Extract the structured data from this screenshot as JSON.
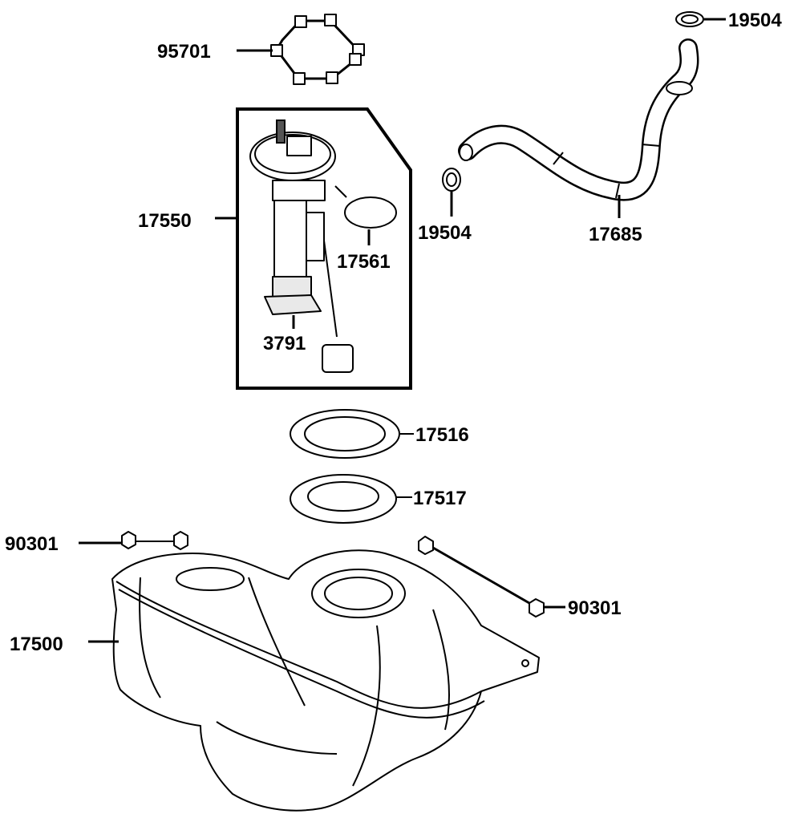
{
  "labels": {
    "p95701": "95701",
    "p19504_top": "19504",
    "p17550": "17550",
    "p19504_mid": "19504",
    "p17685": "17685",
    "p17561": "17561",
    "p3791": "3791",
    "p17516": "17516",
    "p17517": "17517",
    "p90301_left": "90301",
    "p90301_right": "90301",
    "p17500": "17500"
  }
}
